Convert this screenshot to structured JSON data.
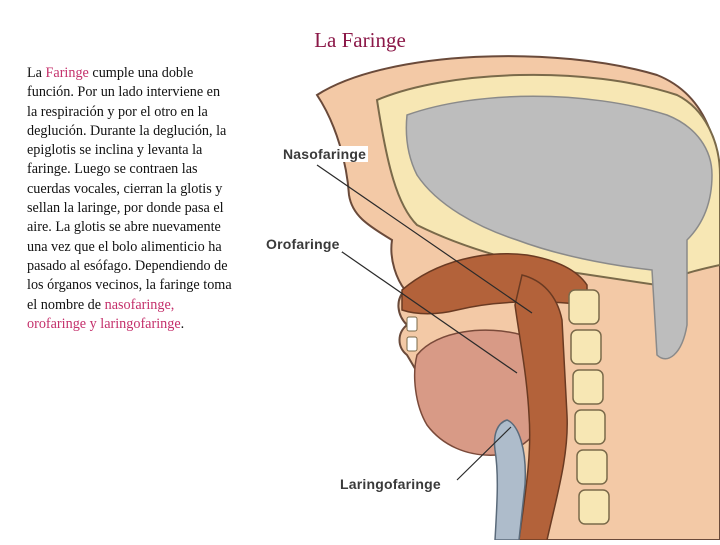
{
  "slide": {
    "title": "La Faringe",
    "paragraph": {
      "p1": "La ",
      "faringe": "Faringe",
      "p2": " cumple una doble función. Por un lado interviene en la respiración y por el otro en la deglución. Durante la deglución, la epiglotis se inclina y levanta la faringe. Luego se contraen las cuerdas vocales, cierran la glotis y sellan la laringe, por donde pasa el aire. La glotis se abre nuevamente una vez que el bolo alimenticio ha pasado al esófago. Dependiendo de los órganos vecinos, la faringe toma el nombre de ",
      "nasofaringe": "nasofaringe,",
      "sep": " ",
      "orofaringe": "orofaringe y laringofaringe",
      "end": "."
    }
  },
  "figure": {
    "labels": {
      "nasofaringe": "Nasofaringe",
      "orofaringe": "Orofaringe",
      "laringofaringe": "Laringofaringe"
    }
  },
  "colors": {
    "title": "#8b1848",
    "highlight": "#c4306b",
    "skin": "#f3c9a6",
    "bone": "#f7e7b4",
    "brain": "#bdbdbd",
    "muscle": "#b3623a",
    "airway": "#aebccb"
  }
}
